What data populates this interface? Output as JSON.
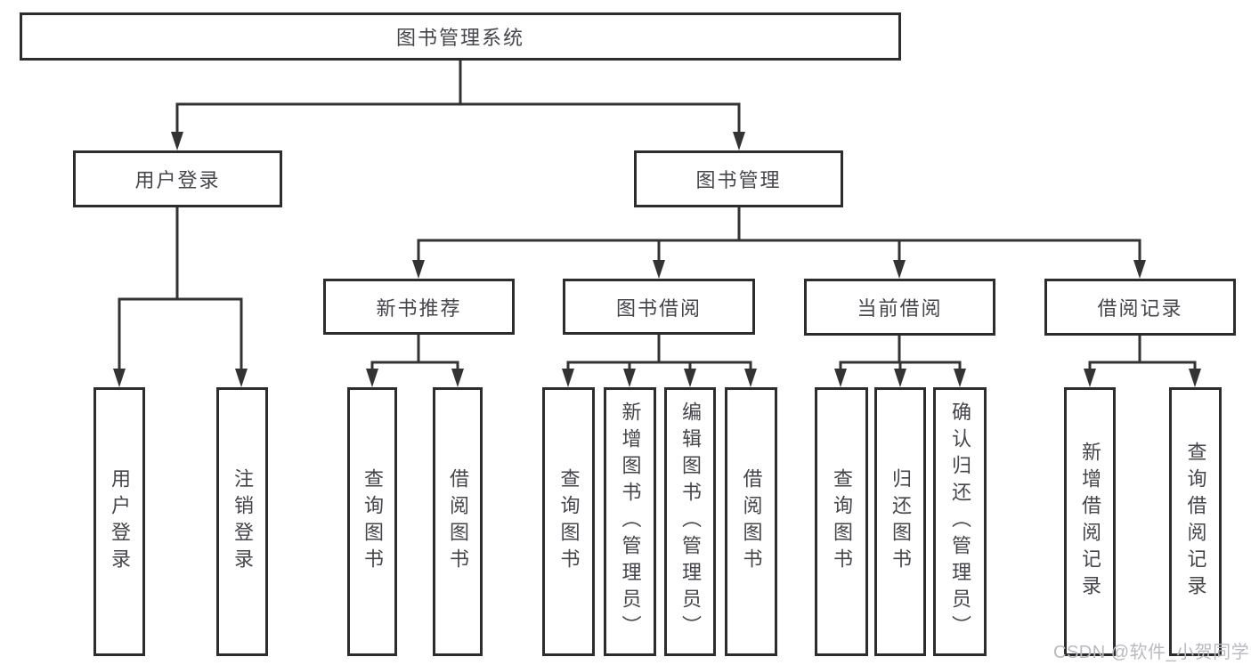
{
  "diagram": {
    "root": {
      "label": "图书管理系统"
    },
    "level2": [
      {
        "id": "user-login",
        "label": "用户登录"
      },
      {
        "id": "book-management",
        "label": "图书管理"
      }
    ],
    "level3": [
      {
        "id": "new-book-recommend",
        "label": "新书推荐"
      },
      {
        "id": "book-borrow",
        "label": "图书借阅"
      },
      {
        "id": "current-borrow",
        "label": "当前借阅"
      },
      {
        "id": "borrow-records",
        "label": "借阅记录"
      }
    ],
    "leaves": [
      {
        "parent": "用户登录",
        "label": "用户登录"
      },
      {
        "parent": "用户登录",
        "label": "注销登录"
      },
      {
        "parent": "新书推荐",
        "label": "查询图书"
      },
      {
        "parent": "新书推荐",
        "label": "借阅图书"
      },
      {
        "parent": "图书借阅",
        "label": "查询图书"
      },
      {
        "parent": "图书借阅",
        "label": "新增图书（管理员）"
      },
      {
        "parent": "图书借阅",
        "label": "编辑图书（管理员）"
      },
      {
        "parent": "图书借阅",
        "label": "借阅图书"
      },
      {
        "parent": "当前借阅",
        "label": "查询图书"
      },
      {
        "parent": "当前借阅",
        "label": "归还图书"
      },
      {
        "parent": "当前借阅",
        "label": "确认归还（管理员）"
      },
      {
        "parent": "借阅记录",
        "label": "新增借阅记录"
      },
      {
        "parent": "借阅记录",
        "label": "查询借阅记录"
      }
    ]
  },
  "watermark": "CSDN @软件_小贺同学",
  "colors": {
    "line": "#333333",
    "border": "#2d2d2d",
    "text": "#45454b",
    "watermark": "#b9bac0",
    "background": "#ffffff"
  }
}
